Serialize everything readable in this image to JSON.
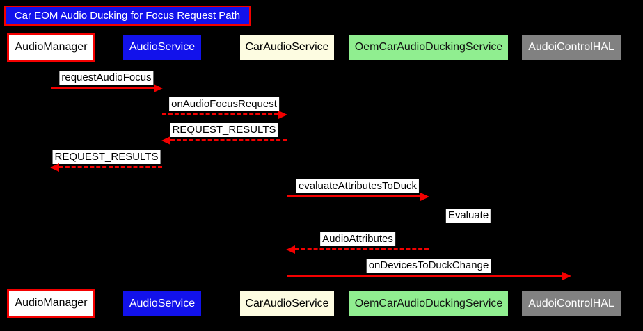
{
  "diagram": {
    "title": "Car EOM Audio Ducking for Focus Request Path",
    "colors": {
      "background": "#000000",
      "arrow_red": "#f40000",
      "title_bg": "#1212eb",
      "title_border": "#f40000",
      "title_text": "#ffffff",
      "message_label_bg": "#ffffff",
      "message_label_text": "#000000",
      "audio_manager_bg": "#ffffff",
      "audio_manager_border": "#f40000",
      "audio_service_bg": "#1212eb",
      "car_audio_service_bg": "#fdfce1",
      "oem_car_audio_ducking_service_bg": "#90ee90",
      "audoi_control_hal_bg": "#818181"
    },
    "participants": [
      {
        "label": "AudioManager"
      },
      {
        "label": "AudioService"
      },
      {
        "label": "CarAudioService"
      },
      {
        "label": "OemCarAudioDuckingService"
      },
      {
        "label": "AudoiControlHAL"
      }
    ],
    "messages": [
      {
        "label": "requestAudioFocus",
        "from": "AudioManager",
        "to": "AudioService",
        "line": "solid",
        "direction": "right"
      },
      {
        "label": "onAudioFocusRequest",
        "from": "AudioService",
        "to": "CarAudioService",
        "line": "dashed",
        "direction": "right"
      },
      {
        "label": "REQUEST_RESULTS",
        "from": "CarAudioService",
        "to": "AudioService",
        "line": "dashed",
        "direction": "left"
      },
      {
        "label": "REQUEST_RESULTS",
        "from": "AudioService",
        "to": "AudioManager",
        "line": "dashed",
        "direction": "left"
      },
      {
        "label": "evaluateAttributesToDuck",
        "from": "CarAudioService",
        "to": "OemCarAudioDuckingService",
        "line": "solid",
        "direction": "right"
      },
      {
        "label": "Evaluate",
        "from": "OemCarAudioDuckingService",
        "to": "OemCarAudioDuckingService",
        "line": "self",
        "direction": "self"
      },
      {
        "label": "AudioAttributes",
        "from": "OemCarAudioDuckingService",
        "to": "CarAudioService",
        "line": "dashed",
        "direction": "left"
      },
      {
        "label": "onDevicesToDuckChange",
        "from": "CarAudioService",
        "to": "AudoiControlHAL",
        "line": "solid",
        "direction": "right"
      }
    ]
  }
}
